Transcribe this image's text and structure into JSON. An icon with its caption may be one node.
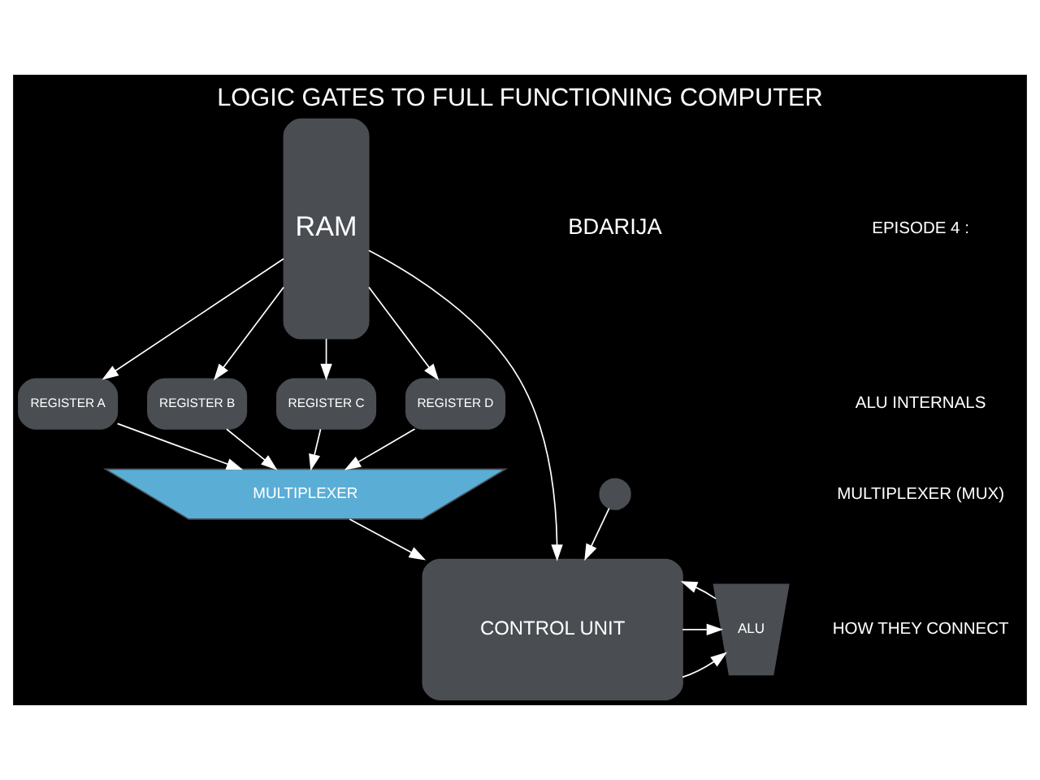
{
  "diagram": {
    "title": "LOGIC GATES TO FULL FUNCTIONING COMPUTER",
    "nodes": [
      {
        "text": [
          "REGISTER A"
        ]
      },
      {
        "text": [
          "REGISTER B"
        ]
      },
      {
        "text": [
          "REGISTER C"
        ]
      },
      {
        "text": [
          "REGISTER D"
        ]
      },
      {
        "text": [
          "MULTIPLEXER"
        ]
      },
      {
        "text": [
          "CONTROL UNIT"
        ]
      },
      {
        "text": [
          "ALU"
        ]
      },
      {
        "text": [
          "RAM"
        ]
      },
      {
        "text": [],
        "shape": "circle"
      }
    ],
    "edges": [
      {
        "from": 7,
        "to": 0,
        "arrow": "to"
      },
      {
        "from": 7,
        "to": 1,
        "arrow": "to"
      },
      {
        "from": 7,
        "to": 2,
        "arrow": "to"
      },
      {
        "from": 7,
        "to": 3,
        "arrow": "to"
      },
      {
        "from": 0,
        "to": 4,
        "arrow": "to"
      },
      {
        "from": 1,
        "to": 4,
        "arrow": "to"
      },
      {
        "from": 2,
        "to": 4,
        "arrow": "to"
      },
      {
        "from": 3,
        "to": 4,
        "arrow": "to"
      },
      {
        "from": 4,
        "to": 5,
        "arrow": "to"
      },
      {
        "from": 5,
        "to": 6,
        "arrow": "to"
      },
      {
        "from": 5,
        "to": 6,
        "arrow": "to"
      },
      {
        "from": 6,
        "to": 5,
        "arrow": "to"
      },
      {
        "from": 7,
        "to": 5,
        "arrow": "to"
      },
      {
        "from": 8,
        "to": 5,
        "arrow": "to"
      }
    ],
    "labels": [
      "BDARIJA",
      "EPISODE 4 :",
      "ALU INTERNALS",
      "MULTIPLEXER (MUX)",
      "HOW THEY CONNECT"
    ]
  }
}
